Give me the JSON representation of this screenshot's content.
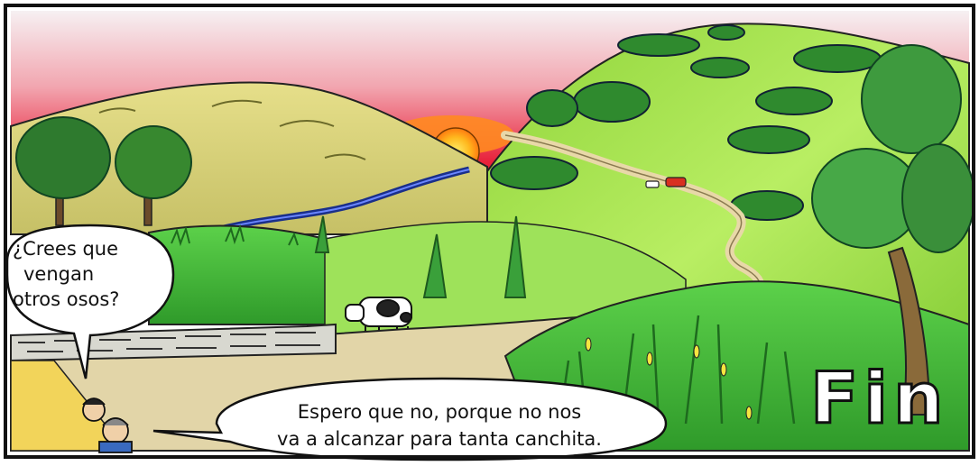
{
  "panel": {
    "speech_1": [
      "¿Crees que",
      "vengan",
      "otros osos?"
    ],
    "speech_2": [
      "Espero que no, porque no nos",
      "va a alcanzar para tanta canchita."
    ],
    "ending": "Fin"
  }
}
